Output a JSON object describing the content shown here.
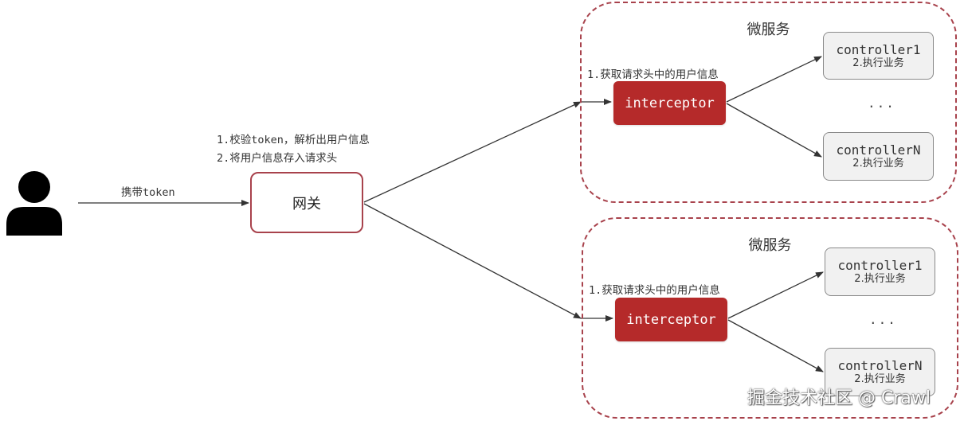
{
  "user": {
    "icon": "user-icon"
  },
  "edge_user_gateway": {
    "label": "携带token"
  },
  "gateway": {
    "label": "网关",
    "note_line1": "1.校验token，解析出用户信息",
    "note_line2": "2.将用户信息存入请求头"
  },
  "microservices": [
    {
      "title": "微服务",
      "interceptor_note": "1.获取请求头中的用户信息",
      "interceptor": "interceptor",
      "controllers": [
        {
          "name": "controller1",
          "task": "2.执行业务"
        },
        {
          "name": "controllerN",
          "task": "2.执行业务"
        }
      ],
      "ellipsis": "..."
    },
    {
      "title": "微服务",
      "interceptor_note": "1.获取请求头中的用户信息",
      "interceptor": "interceptor",
      "controllers": [
        {
          "name": "controller1",
          "task": "2.执行业务"
        },
        {
          "name": "controllerN",
          "task": "2.执行业务"
        }
      ],
      "ellipsis": "..."
    }
  ],
  "watermark": "掘金技术社区 @ Crawl",
  "colors": {
    "cluster_border": "#a8424c",
    "interceptor_fill": "#b52a2a",
    "controller_fill": "#f1f1f1",
    "controller_border": "#8a8a8a",
    "arrow": "#333333"
  }
}
